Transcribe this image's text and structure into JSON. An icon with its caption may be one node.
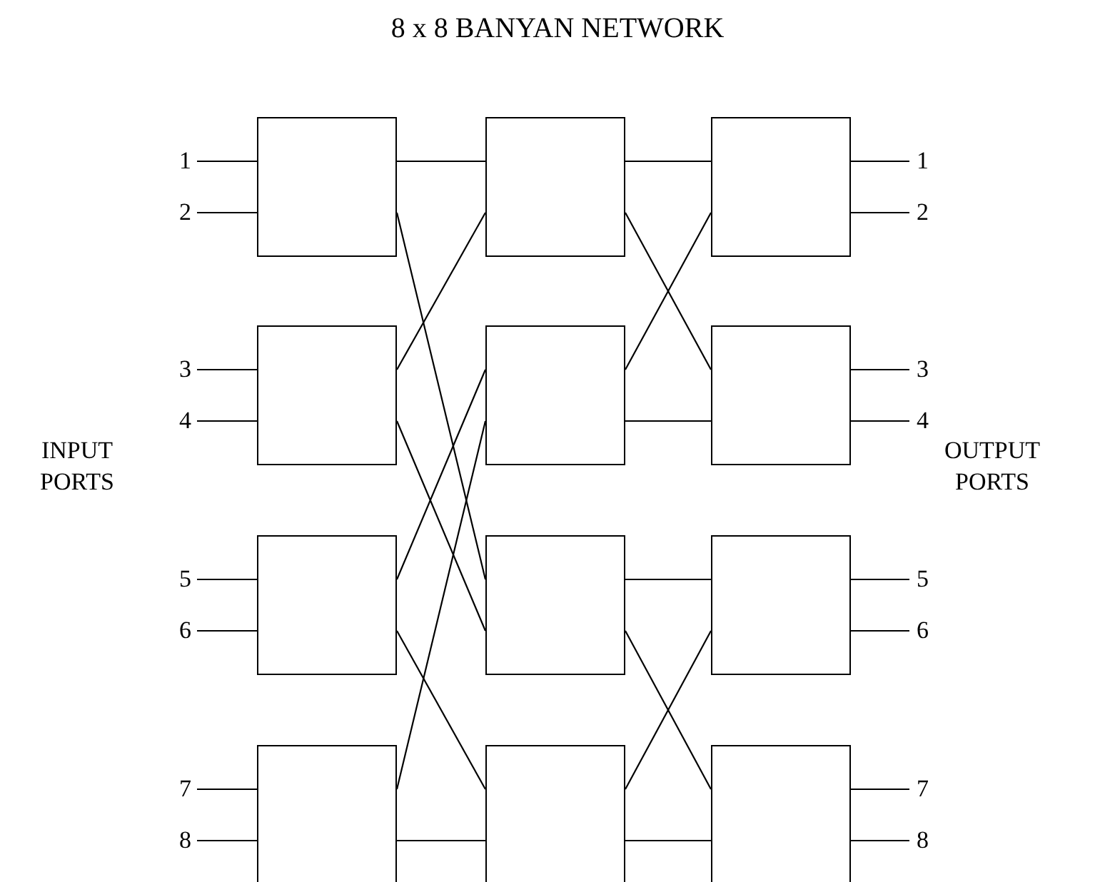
{
  "diagram": {
    "title": "8 x 8 BANYAN NETWORK",
    "nodes": [
      {
        "text": [],
        "shape": "box"
      },
      {
        "text": [],
        "shape": "box"
      },
      {
        "text": [],
        "shape": "box"
      },
      {
        "text": [],
        "shape": "box"
      },
      {
        "text": [],
        "shape": "box"
      },
      {
        "text": [],
        "shape": "box"
      },
      {
        "text": [],
        "shape": "box"
      },
      {
        "text": [],
        "shape": "box"
      },
      {
        "text": [],
        "shape": "box"
      },
      {
        "text": [],
        "shape": "box"
      },
      {
        "text": [],
        "shape": "box"
      },
      {
        "text": [],
        "shape": "box"
      },
      {
        "text": [
          "1"
        ]
      },
      {
        "text": [
          "2"
        ]
      },
      {
        "text": [
          "3"
        ]
      },
      {
        "text": [
          "4"
        ]
      },
      {
        "text": [
          "5"
        ]
      },
      {
        "text": [
          "6"
        ]
      },
      {
        "text": [
          "7"
        ]
      },
      {
        "text": [
          "8"
        ]
      },
      {
        "text": [
          "1"
        ]
      },
      {
        "text": [
          "2"
        ]
      },
      {
        "text": [
          "3"
        ]
      },
      {
        "text": [
          "4"
        ]
      },
      {
        "text": [
          "5"
        ]
      },
      {
        "text": [
          "6"
        ]
      },
      {
        "text": [
          "7"
        ]
      },
      {
        "text": [
          "8"
        ]
      }
    ],
    "edges": [
      {
        "from": 12,
        "to": 0,
        "arrow": "none"
      },
      {
        "from": 13,
        "to": 0,
        "arrow": "none"
      },
      {
        "from": 14,
        "to": 3,
        "arrow": "none"
      },
      {
        "from": 15,
        "to": 3,
        "arrow": "none"
      },
      {
        "from": 16,
        "to": 6,
        "arrow": "none"
      },
      {
        "from": 17,
        "to": 6,
        "arrow": "none"
      },
      {
        "from": 18,
        "to": 9,
        "arrow": "none"
      },
      {
        "from": 19,
        "to": 9,
        "arrow": "none"
      },
      {
        "from": 0,
        "to": 1,
        "arrow": "none"
      },
      {
        "from": 0,
        "to": 7,
        "arrow": "none"
      },
      {
        "from": 3,
        "to": 1,
        "arrow": "none"
      },
      {
        "from": 3,
        "to": 7,
        "arrow": "none"
      },
      {
        "from": 6,
        "to": 4,
        "arrow": "none"
      },
      {
        "from": 6,
        "to": 10,
        "arrow": "none"
      },
      {
        "from": 9,
        "to": 4,
        "arrow": "none"
      },
      {
        "from": 9,
        "to": 10,
        "arrow": "none"
      },
      {
        "from": 1,
        "to": 2,
        "arrow": "none"
      },
      {
        "from": 1,
        "to": 5,
        "arrow": "none"
      },
      {
        "from": 4,
        "to": 2,
        "arrow": "none"
      },
      {
        "from": 4,
        "to": 5,
        "arrow": "none"
      },
      {
        "from": 7,
        "to": 8,
        "arrow": "none"
      },
      {
        "from": 7,
        "to": 11,
        "arrow": "none"
      },
      {
        "from": 10,
        "to": 8,
        "arrow": "none"
      },
      {
        "from": 10,
        "to": 11,
        "arrow": "none"
      },
      {
        "from": 2,
        "to": 20,
        "arrow": "none"
      },
      {
        "from": 2,
        "to": 21,
        "arrow": "none"
      },
      {
        "from": 5,
        "to": 22,
        "arrow": "none"
      },
      {
        "from": 5,
        "to": 23,
        "arrow": "none"
      },
      {
        "from": 8,
        "to": 24,
        "arrow": "none"
      },
      {
        "from": 8,
        "to": 25,
        "arrow": "none"
      },
      {
        "from": 11,
        "to": 26,
        "arrow": "none"
      },
      {
        "from": 11,
        "to": 27,
        "arrow": "none"
      }
    ],
    "labels": [
      "INPUT PORTS",
      "OUTPUT PORTS"
    ]
  }
}
